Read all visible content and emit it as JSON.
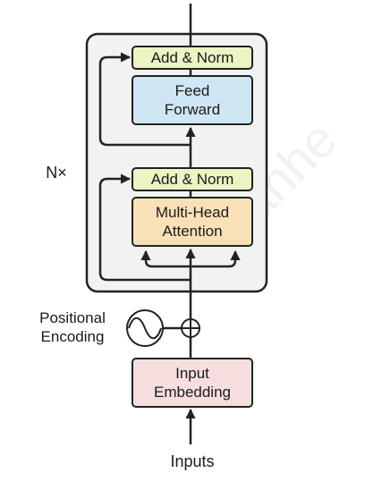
{
  "encoder": {
    "repeat_label": "N×",
    "add_norm_top_label": "Add & Norm",
    "feed_forward_line1": "Feed",
    "feed_forward_line2": "Forward",
    "add_norm_bottom_label": "Add & Norm",
    "mha_line1": "Multi-Head",
    "mha_line2": "Attention"
  },
  "positional_encoding": {
    "line1": "Positional",
    "line2": "Encoding"
  },
  "embedding": {
    "line1": "Input",
    "line2": "Embedding"
  },
  "inputs_label": "Inputs",
  "watermark": "ruanhe",
  "colors": {
    "add_norm": "#eef3c4",
    "feed_forward": "#cfe6f5",
    "attention": "#f8e1b6",
    "embedding": "#f6dede",
    "encoder_block": "#f2f2f2",
    "stroke": "#222222"
  }
}
